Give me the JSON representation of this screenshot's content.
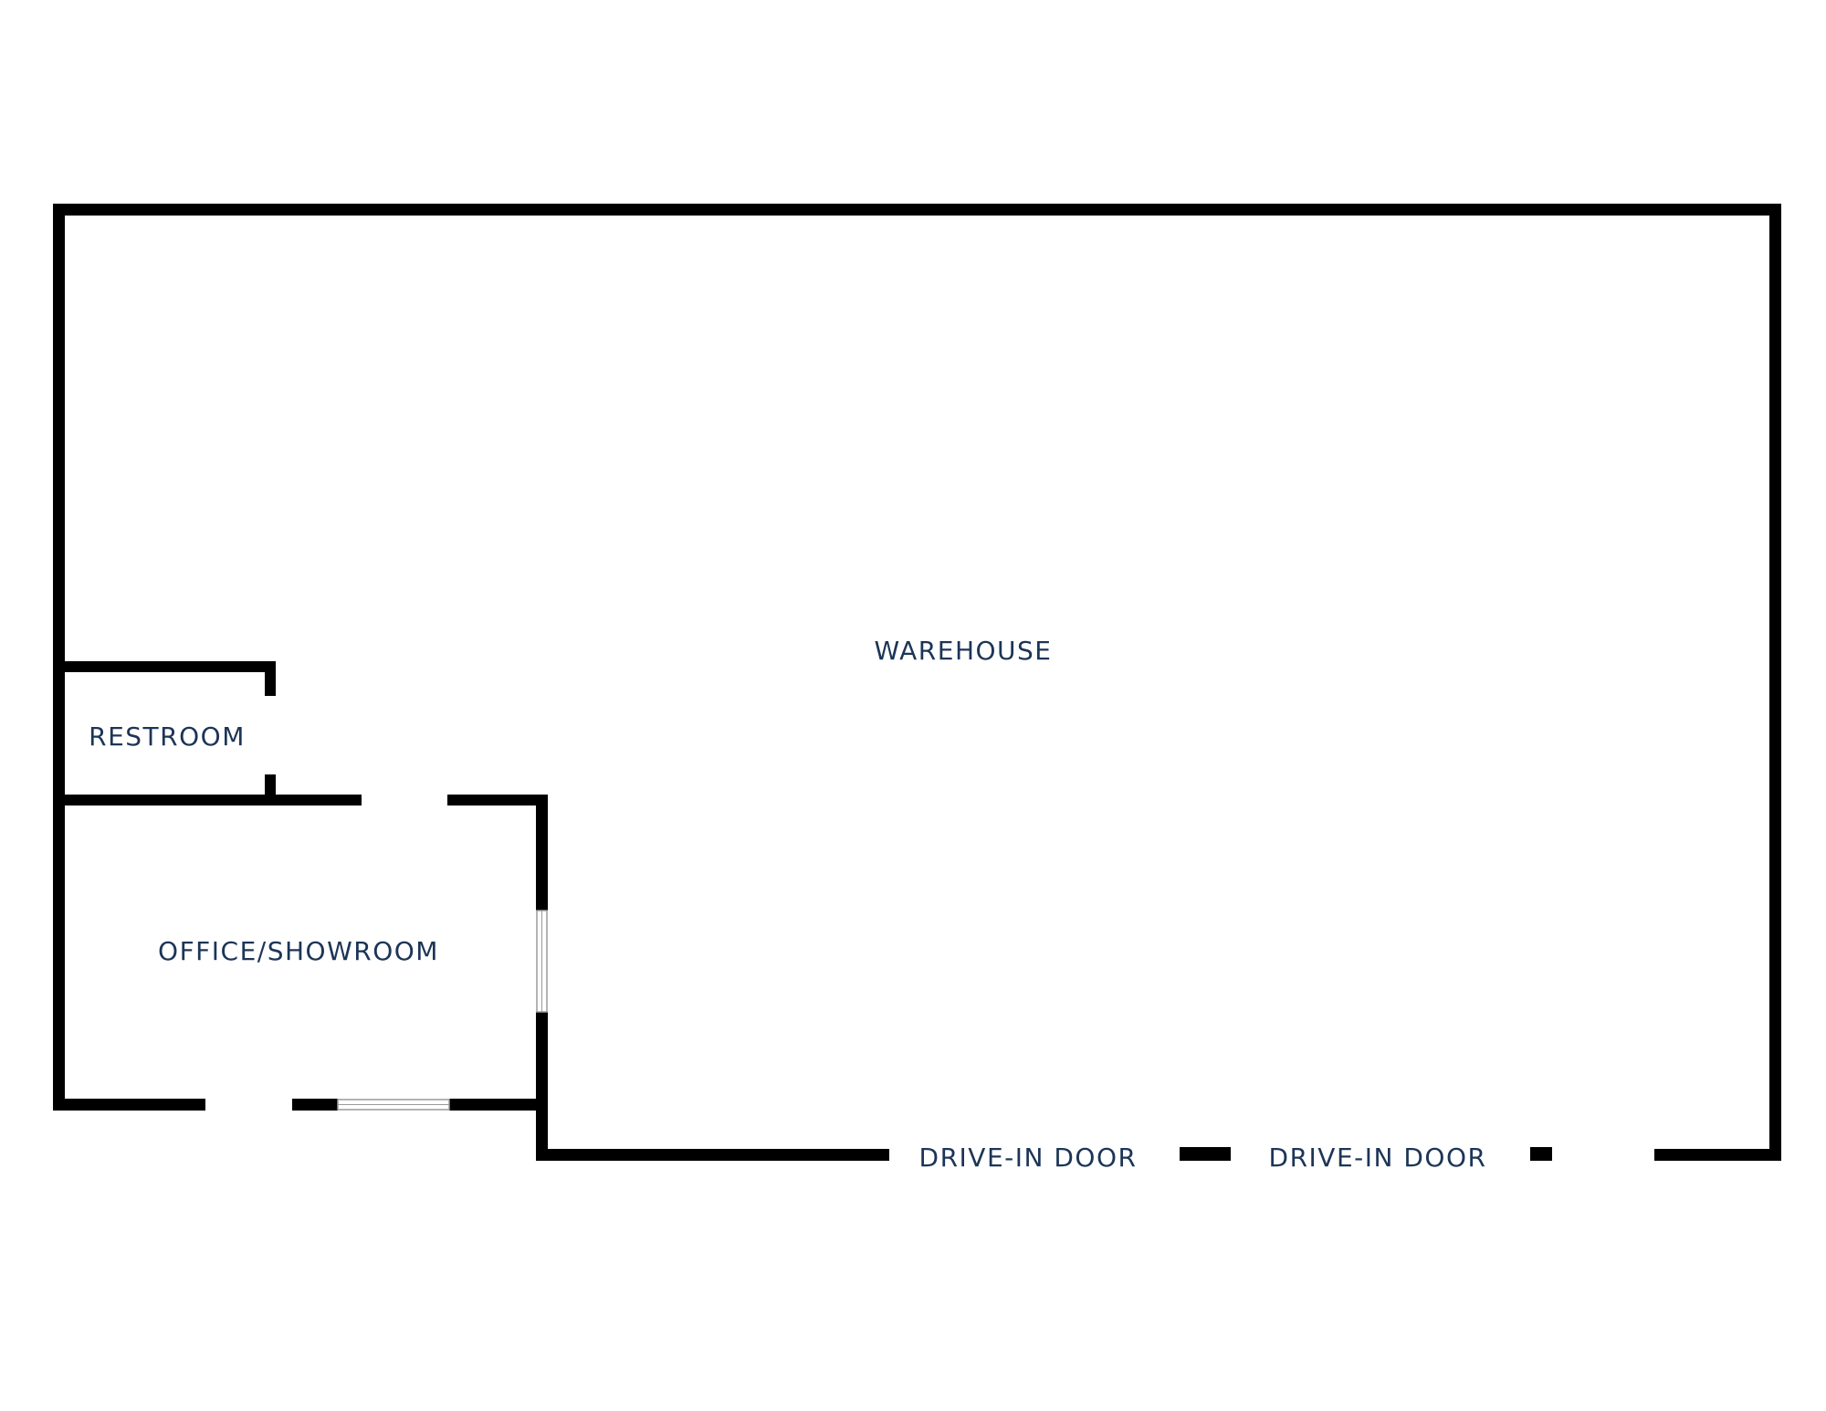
{
  "colors": {
    "wall": "#000000",
    "label": "#1c3557",
    "background": "#ffffff",
    "window_frame": "#9a9a9a"
  },
  "rooms": {
    "warehouse": "WAREHOUSE",
    "restroom": "RESTROOM",
    "office": "OFFICE/SHOWROOM"
  },
  "doors": {
    "drive_in_1": "DRIVE-IN DOOR",
    "drive_in_2": "DRIVE-IN DOOR"
  }
}
